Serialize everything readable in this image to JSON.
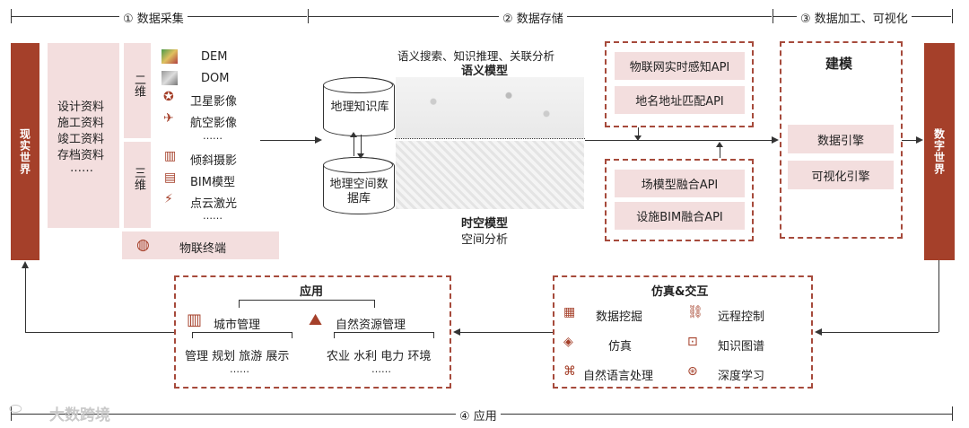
{
  "phases": {
    "p1": "① 数据采集",
    "p2": "② 数据存储",
    "p3": "③ 数据加工、可视化",
    "p4": "④ 应用"
  },
  "left_bar": "现实世界",
  "right_bar": "数字世界",
  "collection": {
    "docs": [
      "设计资料",
      "施工资料",
      "竣工资料",
      "存档资料",
      "……"
    ],
    "two_d_label": "二维",
    "three_d_label": "三维",
    "two_d_items": [
      "DEM",
      "DOM",
      "卫星影像",
      "航空影像",
      "……"
    ],
    "three_d_items": [
      "倾斜摄影",
      "BIM模型",
      "点云激光",
      "……"
    ],
    "iot": "物联终端"
  },
  "storage": {
    "kg_db": "地理知识库",
    "spatial_db": "地理空间数据库",
    "semantic_top": "语义搜索、知识推理、关联分析",
    "semantic_model": "语义模型",
    "spatiotemporal_model": "时空模型",
    "spatial_analysis": "空间分析",
    "api_top": [
      "物联网实时感知API",
      "地名地址匹配API"
    ],
    "api_bottom": [
      "场模型融合API",
      "设施BIM融合API"
    ]
  },
  "processing": {
    "title": "建模",
    "items": [
      "数据引擎",
      "可视化引擎"
    ]
  },
  "simulation": {
    "title": "仿真&交互",
    "items": [
      "数据挖掘",
      "远程控制",
      "仿真",
      "知识图谱",
      "自然语言处理",
      "深度学习"
    ]
  },
  "application": {
    "title": "应用",
    "city": "城市管理",
    "natural": "自然资源管理",
    "city_items": "管理 规划 旅游 展示",
    "natural_items": "农业 水利 电力 环境",
    "more": "……"
  },
  "watermark": "大数跨境"
}
